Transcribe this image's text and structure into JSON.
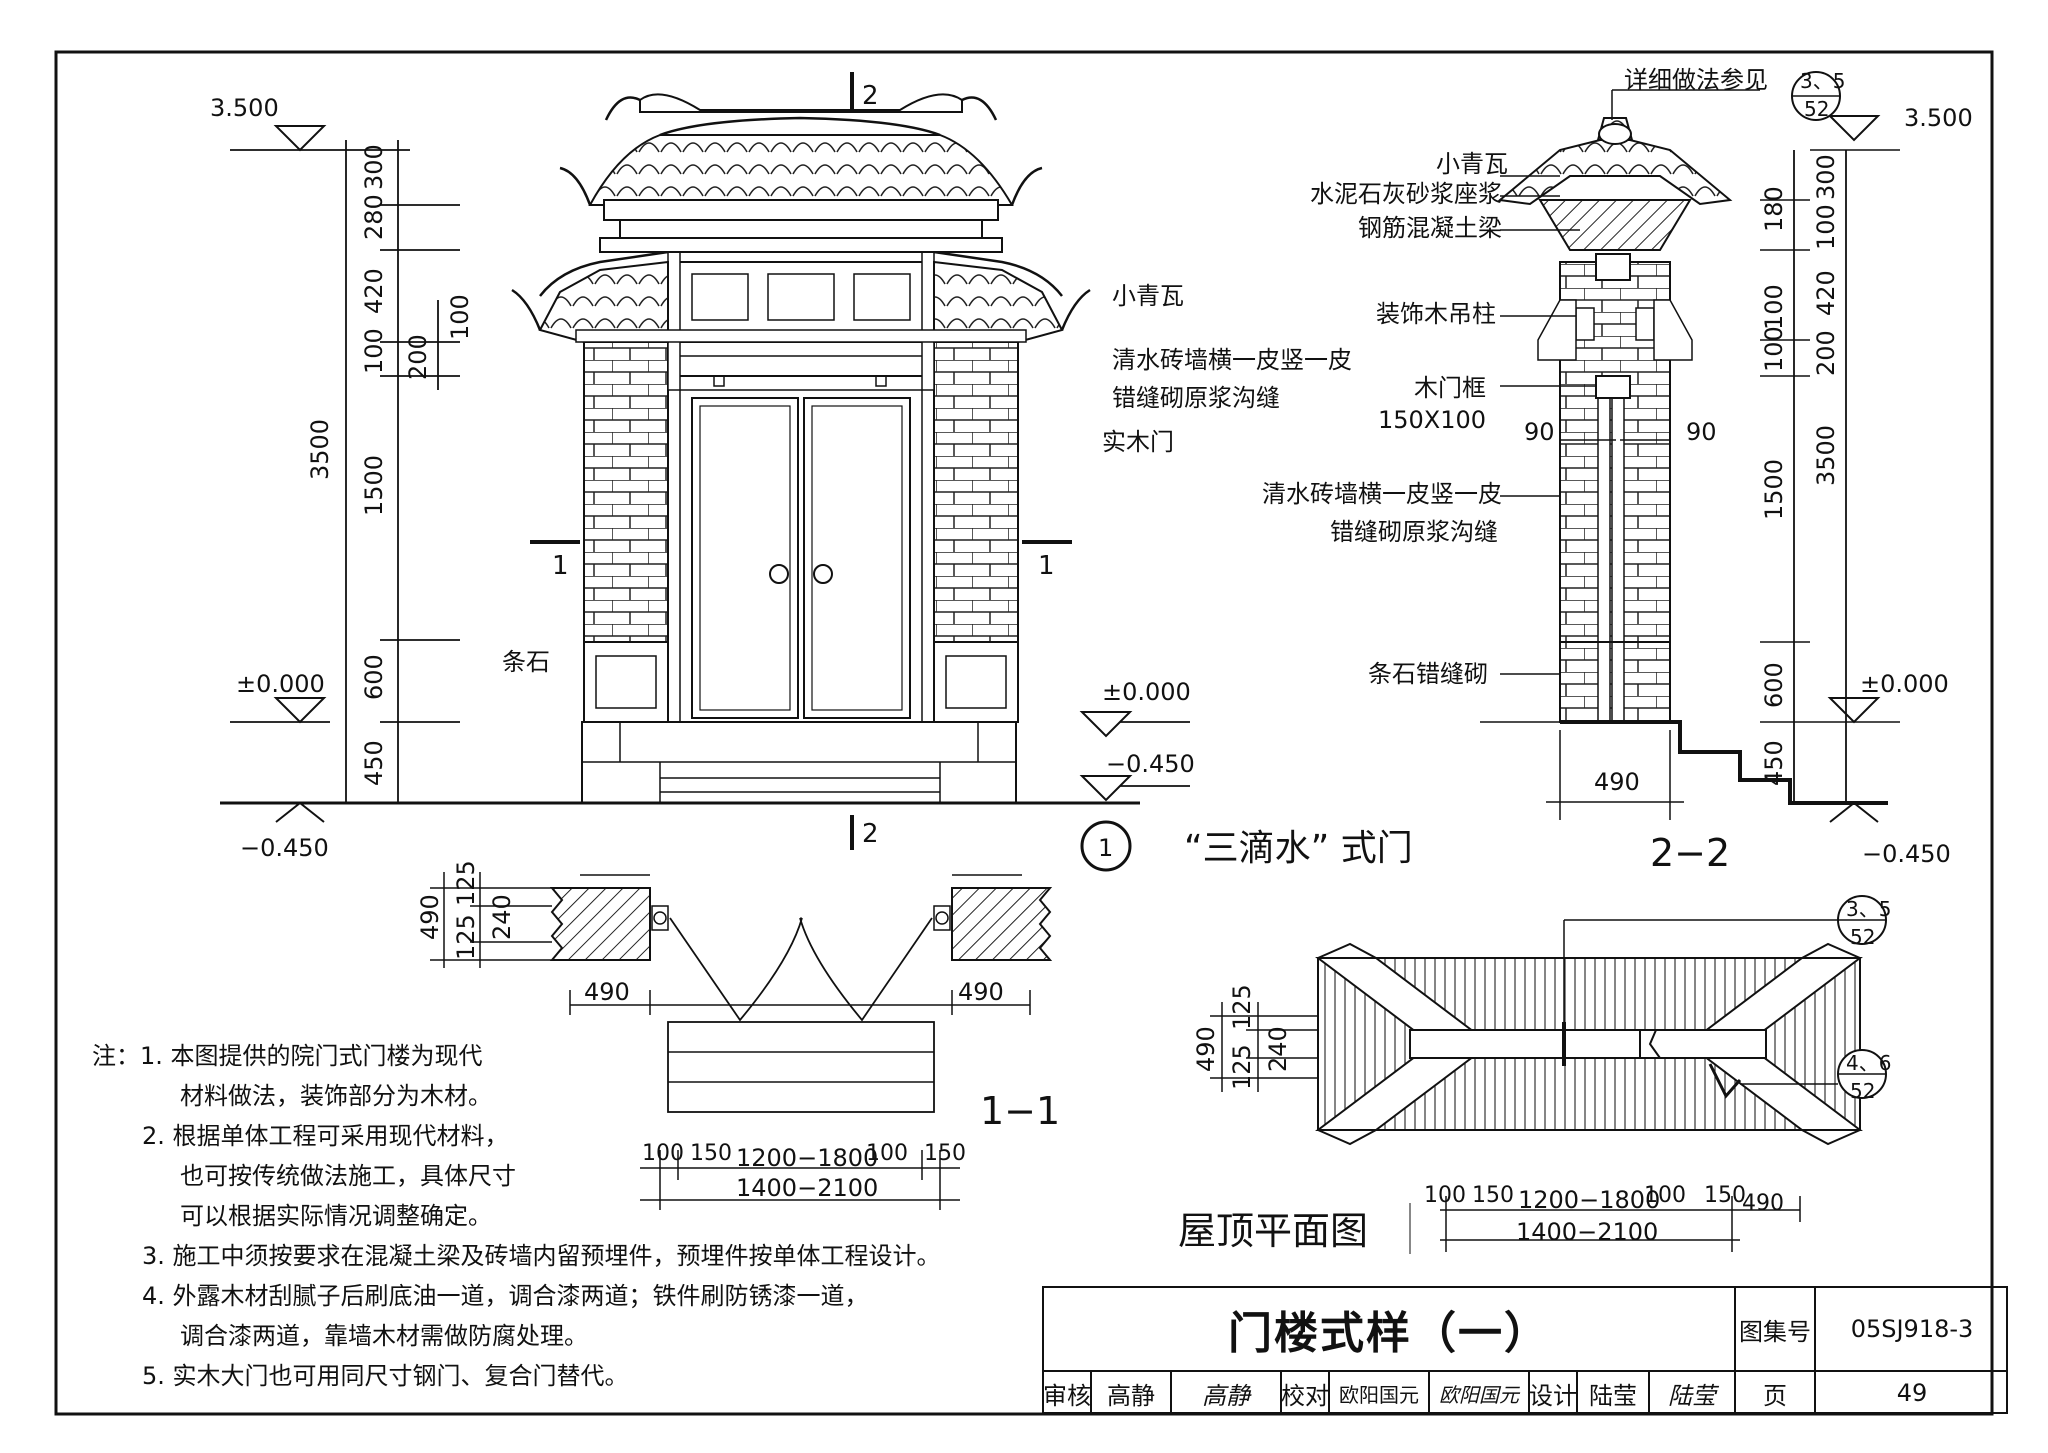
{
  "elevation_labels": {
    "top_left": "3.500",
    "top_right": "3.500",
    "zero_left": "±0.000",
    "zero_mid": "±0.000",
    "zero_right": "±0.000",
    "neg_left": "−0.450",
    "neg_mid": "−0.450",
    "neg_right": "−0.450"
  },
  "left_dims": {
    "total": "3500",
    "d300": "300",
    "d280": "280",
    "d420": "420",
    "d100a": "100",
    "d1500": "1500",
    "d600": "600",
    "d450": "450",
    "d200": "200",
    "d100b": "100"
  },
  "front_callouts": {
    "tile": "小青瓦",
    "brick_line1": "清水砖墙横一皮竖一皮",
    "brick_line2": "错缝砌原浆沟缝",
    "door": "实木门",
    "stone": "条石"
  },
  "section_marks": {
    "two_top": "2",
    "two_bottom": "2",
    "one_left": "1",
    "one_right": "1"
  },
  "elevation_title": {
    "number": "1",
    "name": "“三滴水” 式门"
  },
  "side_section": {
    "ref_text": "详细做法参见",
    "ref_top": "3、5",
    "ref_bottom": "52",
    "tile": "小青瓦",
    "mortar": "水泥石灰砂浆座浆",
    "beam": "钢筋混凝土梁",
    "pendant": "装饰木吊柱",
    "frame": "木门框",
    "frame_size": "150X100",
    "dim90a": "90",
    "dim90b": "90",
    "brick_line1": "清水砖墙横一皮竖一皮",
    "brick_line2": "错缝砌原浆沟缝",
    "stone": "条石错缝砌",
    "width": "490",
    "title": "2−2",
    "dims": {
      "d180": "180",
      "d300": "300",
      "d100": "100",
      "d420": "420",
      "d100b": "100",
      "d100c": "100",
      "d200": "200",
      "d1500": "1500",
      "d600": "600",
      "d450": "450",
      "total": "3500"
    }
  },
  "plan_1_1": {
    "d490": "490",
    "d125a": "125",
    "d240": "240",
    "d125b": "125",
    "w490a": "490",
    "w490b": "490",
    "d100a": "100",
    "d150a": "150",
    "range": "1200−1800",
    "d100b": "100",
    "d150b": "150",
    "total": "1400−2100",
    "title": "1−1"
  },
  "roof_plan": {
    "ref1_top": "3、5",
    "ref1_bottom": "52",
    "ref2_top": "4、6",
    "ref2_bottom": "52",
    "d490": "490",
    "d125a": "125",
    "d240": "240",
    "d125b": "125",
    "d100a": "100",
    "d150a": "150",
    "range": "1200−1800",
    "d100b": "100",
    "d150b": "150",
    "d490b": "490",
    "total": "1400−2100",
    "title": "屋顶平面图"
  },
  "notes": {
    "prefix": "注：",
    "items": [
      "1.  本图提供的院门式门楼为现代",
      "材料做法，装饰部分为木材。",
      "2.  根据单体工程可采用现代材料，",
      "也可按传统做法施工，具体尺寸",
      "可以根据实际情况调整确定。",
      "3.  施工中须按要求在混凝土梁及砖墙内留预埋件，预埋件按单体工程设计。",
      "4.  外露木材刮腻子后刷底油一道，调合漆两道；铁件刷防锈漆一道，",
      "调合漆两道，靠墙木材需做防腐处理。",
      "5.  实木大门也可用同尺寸钢门、复合门替代。"
    ]
  },
  "title_block": {
    "title": "门楼式样（一）",
    "atlas_label": "图集号",
    "atlas_no": "05SJ918-3",
    "review_label": "审核",
    "review_name": "高静",
    "review_sign": "高静",
    "check_label": "校对",
    "check_name": "欧阳国元",
    "check_sign": "欧阳国元",
    "design_label": "设计",
    "design_name": "陆莹",
    "design_sign": "陆莹",
    "page_label": "页",
    "page_no": "49"
  }
}
